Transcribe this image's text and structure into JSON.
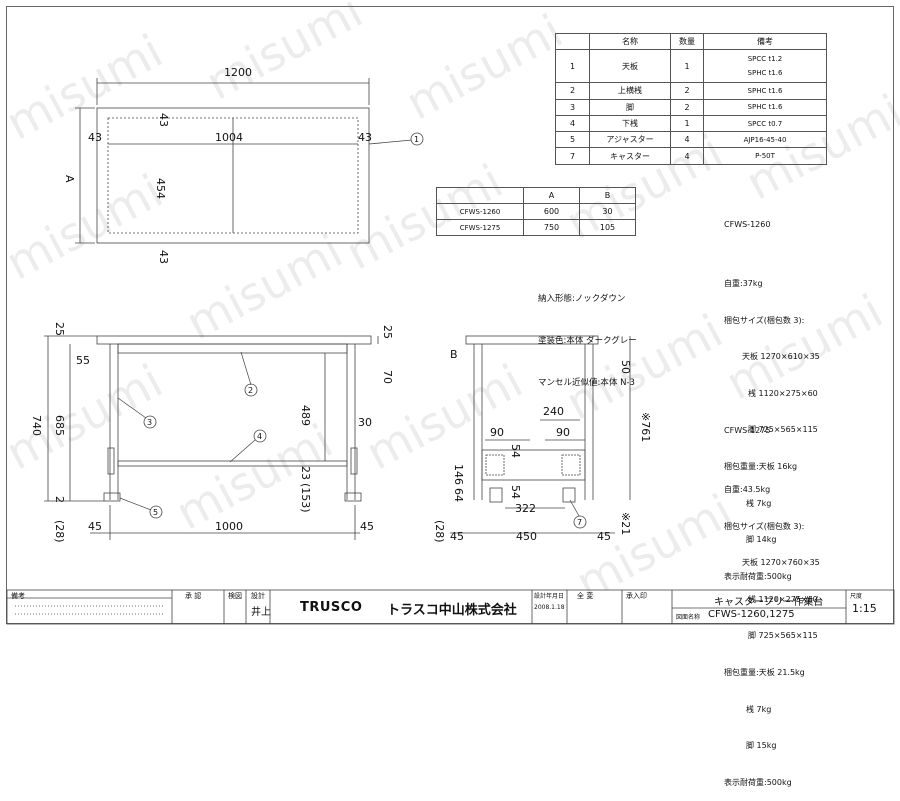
{
  "parts_table": {
    "headers": [
      "",
      "名称",
      "数量",
      "備考"
    ],
    "rows": [
      [
        "1",
        "天板",
        "1",
        "SPCC t1.2\nSPHC t1.6"
      ],
      [
        "2",
        "上横桟",
        "2",
        "SPHC t1.6"
      ],
      [
        "3",
        "脚",
        "2",
        "SPHC t1.6"
      ],
      [
        "4",
        "下桟",
        "1",
        "SPCC t0.7"
      ],
      [
        "5",
        "アジャスター",
        "4",
        "AJP16-45-40"
      ],
      [
        "7",
        "キャスター",
        "4",
        "P-50T"
      ]
    ]
  },
  "model_table": {
    "headers": [
      "",
      "A",
      "B"
    ],
    "rows": [
      [
        "CFWS-1260",
        "600",
        "30"
      ],
      [
        "CFWS-1275",
        "750",
        "105"
      ]
    ]
  },
  "notes": {
    "delivery": "納入形態:ノックダウン",
    "paint": "塗装色:本体 ダークグレー",
    "munsell": "マンセル近似値:本体 N-3"
  },
  "spec_1260": {
    "model": "CFWS-1260",
    "lines": [
      "自重:37kg",
      "梱包サイズ(梱包数 3):",
      "天板 1270×610×35",
      "桟 1120×275×60",
      "脚 725×565×115",
      "梱包重量:天板 16kg",
      "桟 7kg",
      "脚 14kg",
      "表示耐荷重:500kg"
    ]
  },
  "spec_1275": {
    "model": "CFWS-1275",
    "lines": [
      "自重:43.5kg",
      "梱包サイズ(梱包数 3):",
      "天板 1270×760×35",
      "桟 1120×275×60",
      "脚 725×565×115",
      "梱包重量:天板 21.5kg",
      "桟 7kg",
      "脚 15kg",
      "表示耐荷重:500kg"
    ]
  },
  "top_view": {
    "width": "1200",
    "inner_width": "1004",
    "inner_height": "454",
    "margin_top": "43",
    "margin_bottom": "43",
    "margin_left": "43",
    "margin_right": "43",
    "side_label": "A",
    "balloon": "1"
  },
  "front_view": {
    "top_thk": "25",
    "top_thk_r": "25",
    "h_total": "740",
    "h_leg": "685",
    "offset": "55",
    "rail": "70",
    "inner": "489",
    "lower": "30",
    "gap": "23",
    "caster": "(153)",
    "foot": "2",
    "foot_b": "(28)",
    "side_l": "45",
    "side_r": "45",
    "span": "1000",
    "balloons": [
      "2",
      "3",
      "4",
      "5"
    ]
  },
  "side_view": {
    "label_b": "B",
    "dim_50": "50",
    "dim_240": "240",
    "dim_90a": "90",
    "dim_90b": "90",
    "dim_54a": "54",
    "dim_54b": "54",
    "dim_146": "146",
    "dim_64": "64",
    "dim_322": "322",
    "dim_761": "※761",
    "dim_21": "※21",
    "dim_28": "(28)",
    "dim_45l": "45",
    "dim_450": "450",
    "dim_45r": "45",
    "balloon": "7"
  },
  "title_block": {
    "remarks": "備考",
    "approve": "承 認",
    "check": "検図",
    "design": "設計",
    "designer": "井上",
    "brand": "TRUSCO",
    "company": "トラスコ中山株式会社",
    "design_date_label": "設計年月日",
    "design_date": "2008.1.18",
    "revision": "全 変",
    "stamp": "承入印",
    "product": "キャスターフリー作業台",
    "drawing_label": "図面名称",
    "drawing_no": "CFWS-1260,1275",
    "scale_label": "尺度",
    "scale": "1:15"
  },
  "watermark": "misumi"
}
